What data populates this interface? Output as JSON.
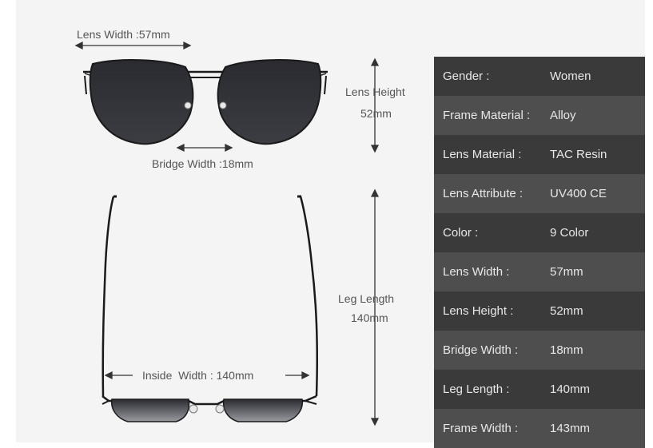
{
  "dimensions": {
    "lens_width": "Lens Width :57mm",
    "lens_height_label": "Lens Height",
    "lens_height_value": "52mm",
    "bridge_width": "Bridge Width :18mm",
    "leg_length_label": "Leg Length",
    "leg_length_value": "140mm",
    "inside_width": "Inside  Width : 140mm"
  },
  "specs": [
    {
      "label": "Gender :",
      "value": "Women"
    },
    {
      "label": "Frame Material :",
      "value": "Alloy"
    },
    {
      "label": "Lens Material :",
      "value": "TAC Resin"
    },
    {
      "label": "Lens Attribute :",
      "value": "UV400 CE"
    },
    {
      "label": "Color :",
      "value": "9 Color"
    },
    {
      "label": "Lens Width :",
      "value": "57mm"
    },
    {
      "label": "Lens Height :",
      "value": "52mm"
    },
    {
      "label": "Bridge Width :",
      "value": "18mm"
    },
    {
      "label": "Leg Length :",
      "value": "140mm"
    },
    {
      "label": "Frame Width :",
      "value": "143mm"
    }
  ],
  "colors": {
    "row_dark": "#3a3a3a",
    "row_light": "#4e4e4e",
    "frame": "#1a1a1a",
    "lens": "#2e2f33"
  }
}
